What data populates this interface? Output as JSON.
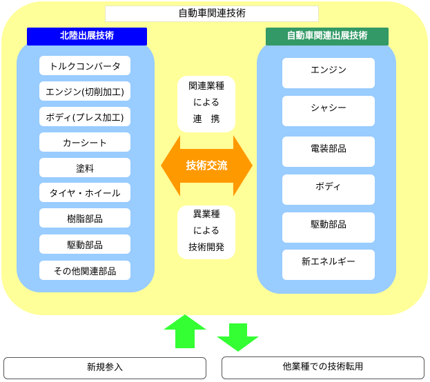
{
  "title": "自動車関連技術",
  "left_panel": {
    "header": "北陸出展技術",
    "items": [
      "トルクコンバータ",
      "エンジン(切削加工)",
      "ボディ(プレス加工)",
      "カーシート",
      "塗料",
      "タイヤ・ホイール",
      "樹脂部品",
      "駆動部品",
      "その他関連部品"
    ]
  },
  "right_panel": {
    "header": "自動車関連出展技術",
    "items": [
      "エンジン",
      "シャシー",
      "電装部品",
      "ボディ",
      "駆動部品",
      "新エネルギー"
    ]
  },
  "center": {
    "top_box": [
      "関連業種",
      "による",
      "連　携"
    ],
    "arrow_label": "技術交流",
    "bottom_box": [
      "異業種",
      "による",
      "技術開発"
    ]
  },
  "bottom": {
    "left_label": "新規参入",
    "right_label": "他業種での技術転用"
  },
  "colors": {
    "outer_bg": "#ffff99",
    "panel_bg": "#99ccff",
    "left_header": "#0000ff",
    "right_header": "#339966",
    "center_arrow": "#ff9900",
    "green_arrows": "#33ff33"
  }
}
